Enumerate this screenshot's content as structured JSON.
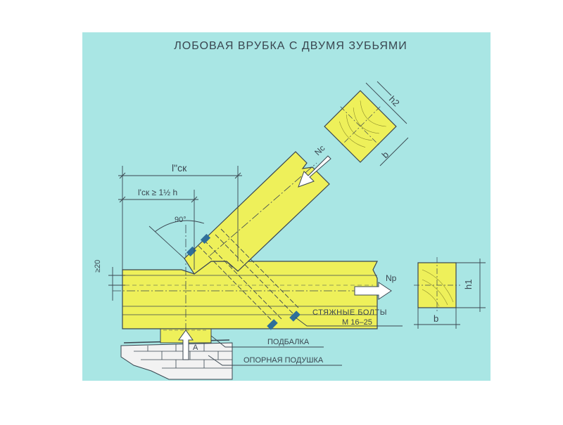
{
  "title": "ЛОБОВАЯ ВРУБКА С ДВУМЯ ЗУБЬЯМИ",
  "dimensions": {
    "l_double": "l\"ск",
    "l_single": "l'ск ≥ 1½ h",
    "angle": "90°",
    "min_offset": "≥20",
    "h2": "h2",
    "h1": "h1",
    "b_rafter": "b",
    "b_beam": "b"
  },
  "forces": {
    "rafter": "Nc",
    "beam": "Np"
  },
  "labels": {
    "bolts_line1": "СТЯЖНЫЕ БОЛТЫ",
    "bolts_line2": "М 16–25",
    "podbalka": "ПОДБАЛКА",
    "podushka": "ОПОРНАЯ ПОДУШКА",
    "point_a": "A"
  },
  "colors": {
    "panel": "#a9e6e4",
    "wood": "#eef05a",
    "wood_dark": "#d6d63e",
    "line": "#3a4650",
    "arrow": "#ffffff",
    "bolt": "#2f6f9a",
    "masonry": "#f2f2f2"
  }
}
